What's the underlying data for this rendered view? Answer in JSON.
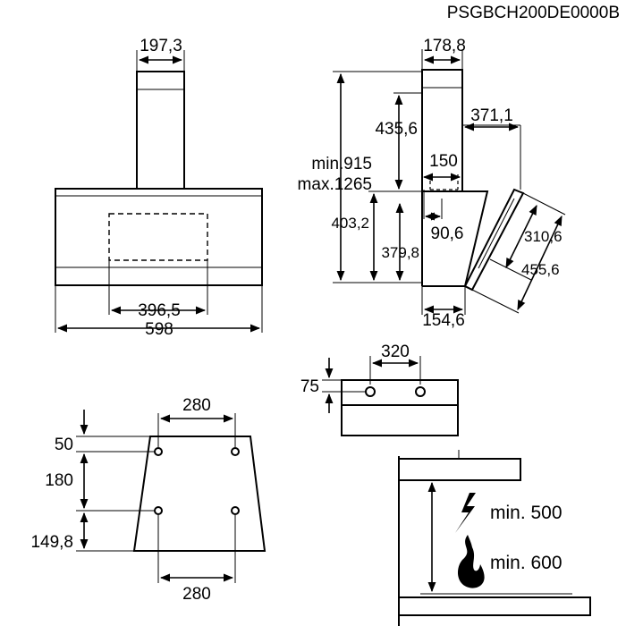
{
  "model_code": "PSGBCH200DE0000B",
  "front_view": {
    "chimney_width": "197,3",
    "cutout_width": "396,5",
    "total_width": "598"
  },
  "side_view": {
    "chimney_depth": "178,8",
    "chimney_height": "435,6",
    "depth_371": "371,1",
    "outlet_150": "150",
    "height_range_min": "min.915",
    "height_range_max": "max.1265",
    "height_403": "403,2",
    "height_379": "379,8",
    "outlet_90": "90,6",
    "panel_310": "310,6",
    "panel_455": "455,6",
    "base_depth": "154,6"
  },
  "top_view": {
    "hole_spacing": "320",
    "hole_offset": "75"
  },
  "wall_mount": {
    "top_spacing": "280",
    "bottom_spacing": "280",
    "offset_top": "50",
    "offset_mid": "180",
    "offset_bottom": "149,8"
  },
  "clearance": {
    "electric_label": "min. 500",
    "gas_label": "min. 600",
    "electric_icon": "lightning-bolt-icon",
    "gas_icon": "flame-icon"
  }
}
